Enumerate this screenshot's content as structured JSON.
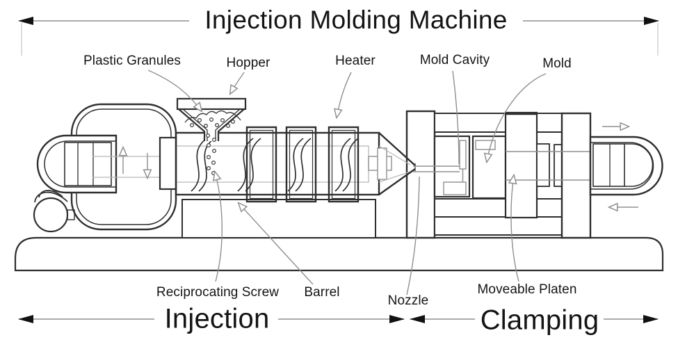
{
  "title": "Injection Molding Machine",
  "labels": {
    "plastic_granules": "Plastic Granules",
    "hopper": "Hopper",
    "heater": "Heater",
    "mold_cavity": "Mold Cavity",
    "mold": "Mold",
    "reciprocating_screw": "Reciprocating Screw",
    "barrel": "Barrel",
    "nozzle": "Nozzle",
    "moveable_platen": "Moveable Platen"
  },
  "sections": {
    "injection": "Injection",
    "clamping": "Clamping"
  },
  "colors": {
    "line_dark": "#2e2e2e",
    "line_gray": "#8f8f8f",
    "line_light": "#b8b8b8",
    "arrowhead_black": "#111111",
    "background": "#ffffff"
  }
}
